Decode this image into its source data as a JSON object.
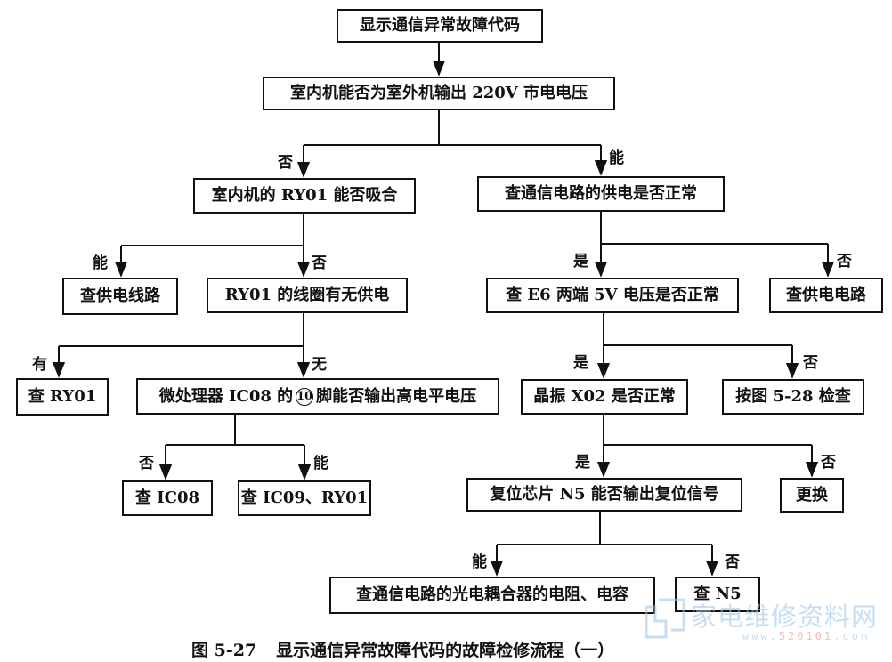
{
  "nodes": {
    "start": "显示通信异常故障代码",
    "q_indoor_output": "室内机能否为室外机输出 220V 市电电压",
    "q_ry01_close": "室内机的 RY01 能否吸合",
    "q_comm_power": "查通信电路的供电是否正常",
    "check_power_line": "查供电线路",
    "q_ry01_coil": "RY01 的线圈有无供电",
    "q_e6_5v": "查 E6 两端 5V 电压是否正常",
    "check_power_circuit": "查供电电路",
    "check_ry01": "查 RY01",
    "q_ic08_pin_pre": "微处理器 IC08 的",
    "q_ic08_pin_num": "10",
    "q_ic08_pin_post": "脚能否输出高电平电压",
    "q_crystal": "晶振 X02 是否正常",
    "see_fig_528": "按图 5-28 检查",
    "check_ic08": "查 IC08",
    "check_ic09_ry01": "查 IC09、RY01",
    "q_reset_chip": "复位芯片 N5 能否输出复位信号",
    "replace": "更换",
    "check_optocoupler": "查通信电路的光电耦合器的电阻、电容",
    "check_n5": "查 N5"
  },
  "labels": {
    "no": "否",
    "can": "能",
    "yes": "是",
    "has": "有",
    "none": "无"
  },
  "caption": {
    "number": "图 5-27",
    "text": "显示通信异常故障代码的故障检修流程（一）"
  },
  "watermark": {
    "text": "家电维修资料网",
    "url_pre": "www.",
    "url_hl": "520101",
    "url_post": ".com"
  }
}
